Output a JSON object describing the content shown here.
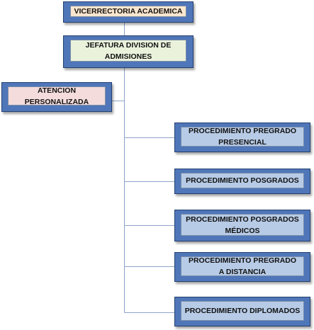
{
  "org_chart": {
    "root": "VICERRECTORIA ACADEMICA",
    "division": "JEFATURA DIVISION DE ADMISIONES",
    "staff_unit": "ATENCION PERSONALIZADA",
    "procedures": [
      "PROCEDIMIENTO PREGRADO PRESENCIAL",
      "PROCEDIMIENTO POSGRADOS",
      "PROCEDIMIENTO POSGRADOS MÉDICOS",
      "PROCEDIMIENTO PREGRADO A DISTANCIA",
      "PROCEDIMIENTO  DIPLOMADOS"
    ]
  },
  "colors": {
    "box_frame": "#4f76b8",
    "root_fill": "#fbe6cf",
    "division_fill": "#eaf2dc",
    "staff_fill": "#f4dcdc",
    "procedure_fill": "#b7cbe6",
    "connector": "#8ea3c8"
  }
}
